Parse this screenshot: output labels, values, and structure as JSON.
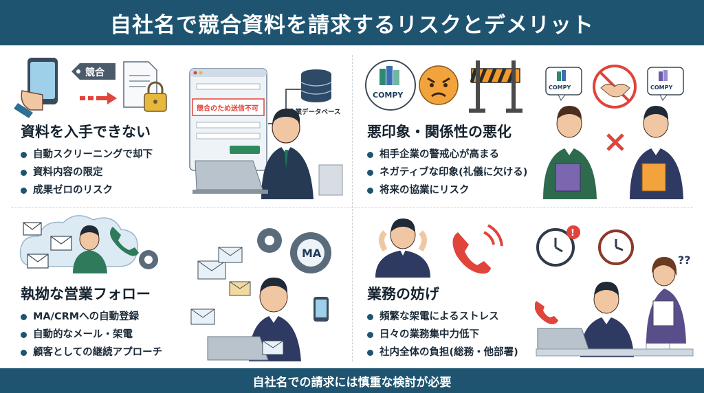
{
  "title": "自社名で競合資料を請求するリスクとデメリット",
  "footer": "自社名での請求には慎重な検討が必要",
  "colors": {
    "header_bg": "#1f5471",
    "accent_red": "#e0443b",
    "accent_green": "#1f7a5a"
  },
  "q1": {
    "heading": "資料を入手できない",
    "items": [
      "自動スクリーニングで却下",
      "資料内容の限定",
      "成果ゼロのリスク"
    ],
    "tag_label": "競合",
    "form_error": "競合のため送信不可",
    "db_label": "企業データベース"
  },
  "q2": {
    "heading": "悪印象・関係性の悪化",
    "items": [
      "相手企業の警戒心が高まる",
      "ネガティブな印象(礼儀に欠ける)",
      "将来の協業にリスク"
    ],
    "brand_label": "COMPY",
    "brand_label_left": "COMPY",
    "brand_label_right": "COMPY"
  },
  "q3": {
    "heading": "執拗な営業フォロー",
    "items": [
      "MA/CRMへの自動登録",
      "自動的なメール・架電",
      "顧客としての継続アプローチ"
    ],
    "gear_label": "MA"
  },
  "q4": {
    "heading": "業務の妨げ",
    "items": [
      "頻繁な架電によるストレス",
      "日々の業務集中力低下",
      "社内全体の負担(総務・他部署)"
    ],
    "alert_mark": "!",
    "question_marks": "??"
  }
}
